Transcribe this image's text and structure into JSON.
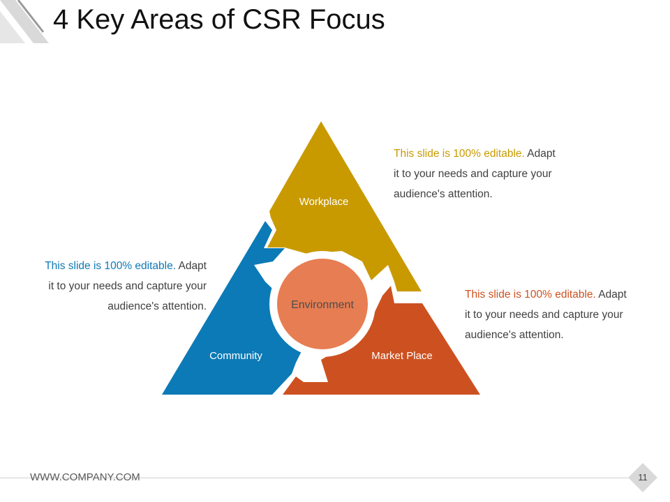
{
  "title": "4 Key Areas of CSR Focus",
  "colors": {
    "workplace": "#C99A00",
    "community": "#0C7AB6",
    "marketplace": "#CD5120",
    "environment": "#E77D52",
    "text": "#404040"
  },
  "diagram": {
    "workplace_label": "Workplace",
    "community_label": "Community",
    "marketplace_label": "Market Place",
    "environment_label": "Environment"
  },
  "callouts": {
    "workplace": {
      "highlight": "This slide is 100% editable.",
      "line1_rest": " Adapt",
      "line2": "it to your needs and capture your",
      "line3": "audience's attention."
    },
    "community": {
      "highlight": "This slide is 100% editable.",
      "line1_rest": " Adapt",
      "line2": "it to your needs and capture your",
      "line3": "audience's attention."
    },
    "marketplace": {
      "highlight": "This slide is 100% editable.",
      "line1_rest": " Adapt",
      "line2": "it to your needs and capture your",
      "line3": "audience's attention."
    }
  },
  "footer": {
    "url": "WWW.COMPANY.COM",
    "page_number": "11"
  }
}
